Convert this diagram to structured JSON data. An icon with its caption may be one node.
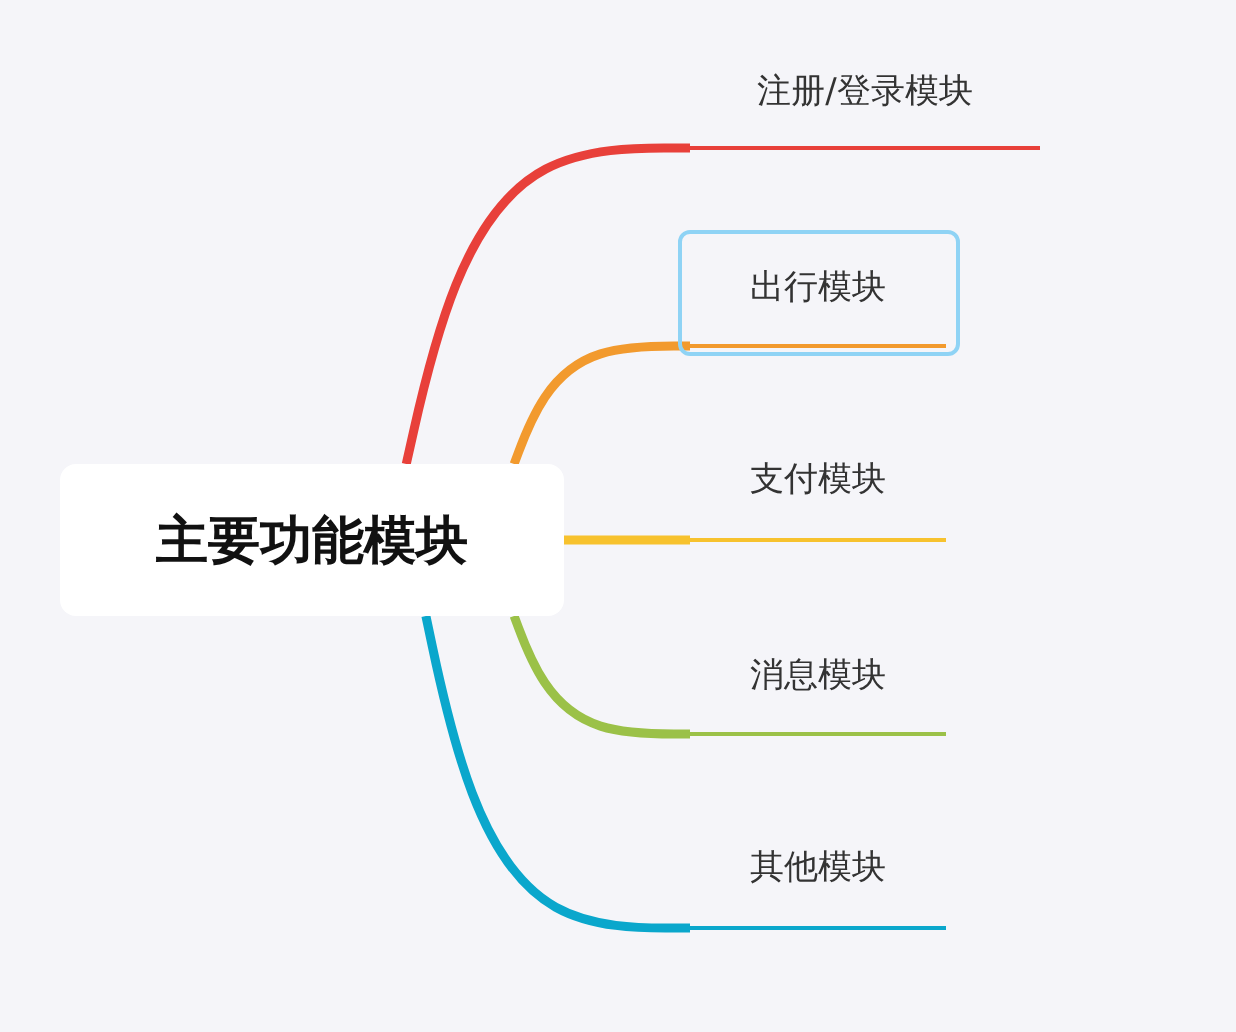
{
  "diagram": {
    "nodes": [
      {
        "text": [
          "主要功能模块"
        ]
      },
      {
        "text": [
          "注册/登录模块"
        ]
      },
      {
        "text": [
          "出行模块"
        ]
      },
      {
        "text": [
          "支付模块"
        ]
      },
      {
        "text": [
          "消息模块"
        ]
      },
      {
        "text": [
          "其他模块"
        ]
      }
    ],
    "edges": [
      {
        "from": 0,
        "to": 1,
        "arrow": "none",
        "color": "#e8403a"
      },
      {
        "from": 0,
        "to": 2,
        "arrow": "none",
        "color": "#f29a2e"
      },
      {
        "from": 0,
        "to": 3,
        "arrow": "none",
        "color": "#f7c22e"
      },
      {
        "from": 0,
        "to": 4,
        "arrow": "none",
        "color": "#9bc148"
      },
      {
        "from": 0,
        "to": 5,
        "arrow": "none",
        "color": "#0aa7cc"
      }
    ]
  }
}
